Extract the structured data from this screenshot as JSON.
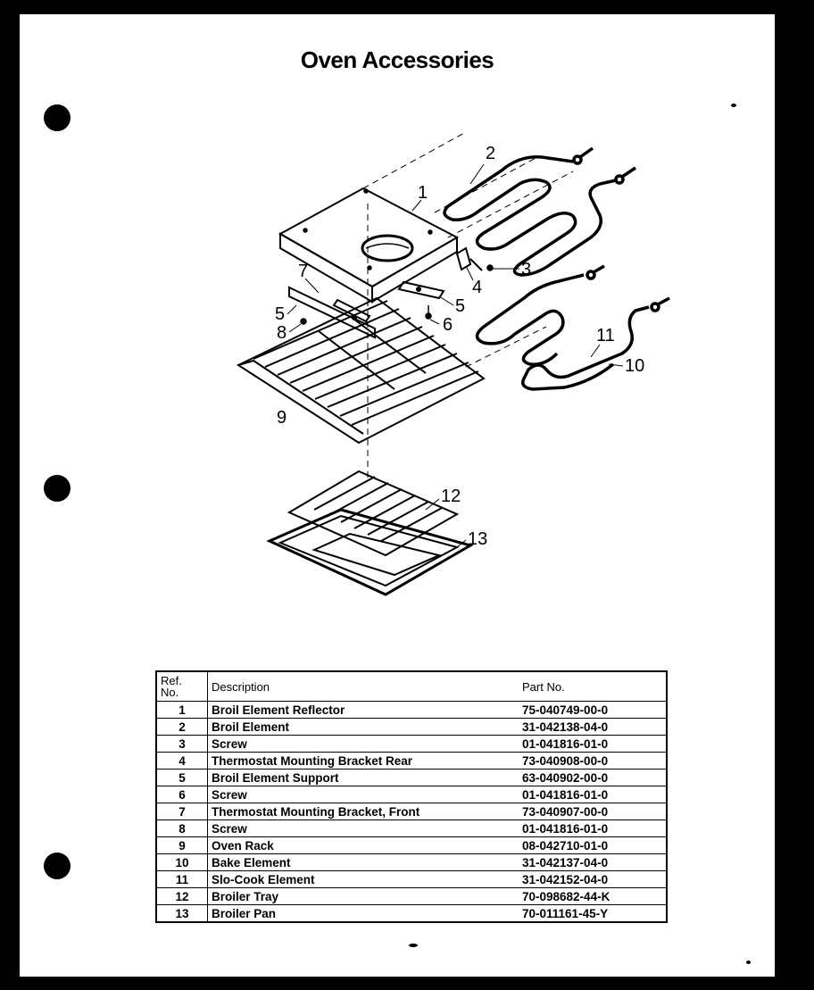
{
  "title": "Oven Accessories",
  "table": {
    "headers": {
      "ref": "Ref.\nNo.",
      "ref_line1": "Ref.",
      "ref_line2": "No.",
      "description": "Description",
      "part_no": "Part No."
    },
    "rows": [
      {
        "ref": "1",
        "description": "Broil Element Reflector",
        "part_no": "75-040749-00-0"
      },
      {
        "ref": "2",
        "description": "Broil Element",
        "part_no": "31-042138-04-0"
      },
      {
        "ref": "3",
        "description": "Screw",
        "part_no": "01-041816-01-0"
      },
      {
        "ref": "4",
        "description": "Thermostat Mounting Bracket Rear",
        "part_no": "73-040908-00-0"
      },
      {
        "ref": "5",
        "description": "Broil Element Support",
        "part_no": "63-040902-00-0"
      },
      {
        "ref": "6",
        "description": "Screw",
        "part_no": "01-041816-01-0"
      },
      {
        "ref": "7",
        "description": "Thermostat Mounting Bracket, Front",
        "part_no": "73-040907-00-0"
      },
      {
        "ref": "8",
        "description": "Screw",
        "part_no": "01-041816-01-0"
      },
      {
        "ref": "9",
        "description": "Oven Rack",
        "part_no": "08-042710-01-0"
      },
      {
        "ref": "10",
        "description": "Bake Element",
        "part_no": "31-042137-04-0"
      },
      {
        "ref": "11",
        "description": "Slo-Cook Element",
        "part_no": "31-042152-04-0"
      },
      {
        "ref": "12",
        "description": "Broiler Tray",
        "part_no": "70-098682-44-K"
      },
      {
        "ref": "13",
        "description": "Broiler Pan",
        "part_no": "70-011161-45-Y"
      }
    ]
  },
  "callouts": {
    "c1": "1",
    "c2": "2",
    "c3": "3",
    "c4": "4",
    "c5a": "5",
    "c5b": "5",
    "c6": "6",
    "c7": "7",
    "c8": "8",
    "c9": "9",
    "c10": "10",
    "c11": "11",
    "c12": "12",
    "c13": "13"
  }
}
